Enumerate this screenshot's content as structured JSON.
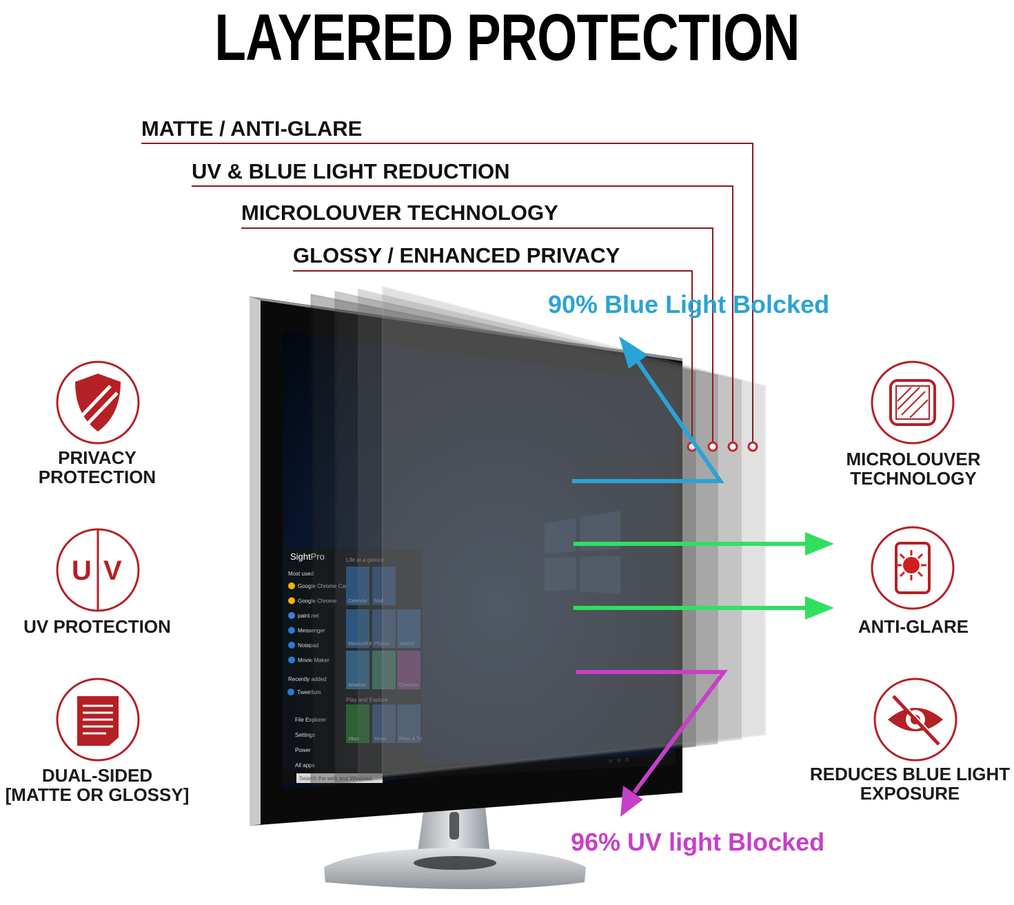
{
  "title": "LAYERED PROTECTION",
  "layers": [
    {
      "label": "MATTE / ANTI-GLARE"
    },
    {
      "label": "UV & BLUE LIGHT REDUCTION"
    },
    {
      "label": "MICROLOUVER TECHNOLOGY"
    },
    {
      "label": "GLOSSY / ENHANCED PRIVACY"
    }
  ],
  "blue_light_text": "90% Blue Light Bolcked",
  "uv_text": "96% UV light Blocked",
  "features_left": [
    {
      "line1": "PRIVACY",
      "line2": "PROTECTION",
      "icon": "shield-icon"
    },
    {
      "line1": "UV PROTECTION",
      "line2": "",
      "icon": "uv-icon"
    },
    {
      "line1": "DUAL-SIDED",
      "line2": "[MATTE OR GLOSSY]",
      "icon": "document-icon"
    }
  ],
  "features_right": [
    {
      "line1": "MICROLOUVER",
      "line2": "TECHNOLOGY",
      "icon": "microlouver-icon"
    },
    {
      "line1": "ANTI-GLARE",
      "line2": "",
      "icon": "sun-glare-icon"
    },
    {
      "line1": "REDUCES BLUE LIGHT",
      "line2": "EXPOSURE",
      "icon": "eye-crossed-icon"
    }
  ],
  "screen": {
    "start_title": "SightPro",
    "most_used": "Most used",
    "apps": [
      "Google Chrome Canary",
      "Google Chrome",
      "paint.net",
      "Messenger",
      "Notepad",
      "Movie Maker"
    ],
    "recently_added": "Recently added",
    "recent_app": "TweetIum",
    "bottom_items": [
      "File Explorer",
      "Settings",
      "Power",
      "All apps"
    ],
    "life_at_a_glance": "Life at a glance",
    "play_and_explore": "Play and Explore",
    "tiles": [
      "Calendar",
      "Mail",
      "Microsoft Edge",
      "Photos",
      "Search",
      "Weather",
      "",
      "OneNote",
      "Xbox",
      "Music",
      "Films & TV"
    ],
    "search_placeholder": "Search the web and Windows"
  },
  "colors": {
    "accent_red": "#b52025",
    "blue_arrow": "#2aa3d7",
    "green_arrow": "#2fe05e",
    "magenta_arrow": "#c83fc8",
    "leader_line": "#8a1c1c"
  }
}
